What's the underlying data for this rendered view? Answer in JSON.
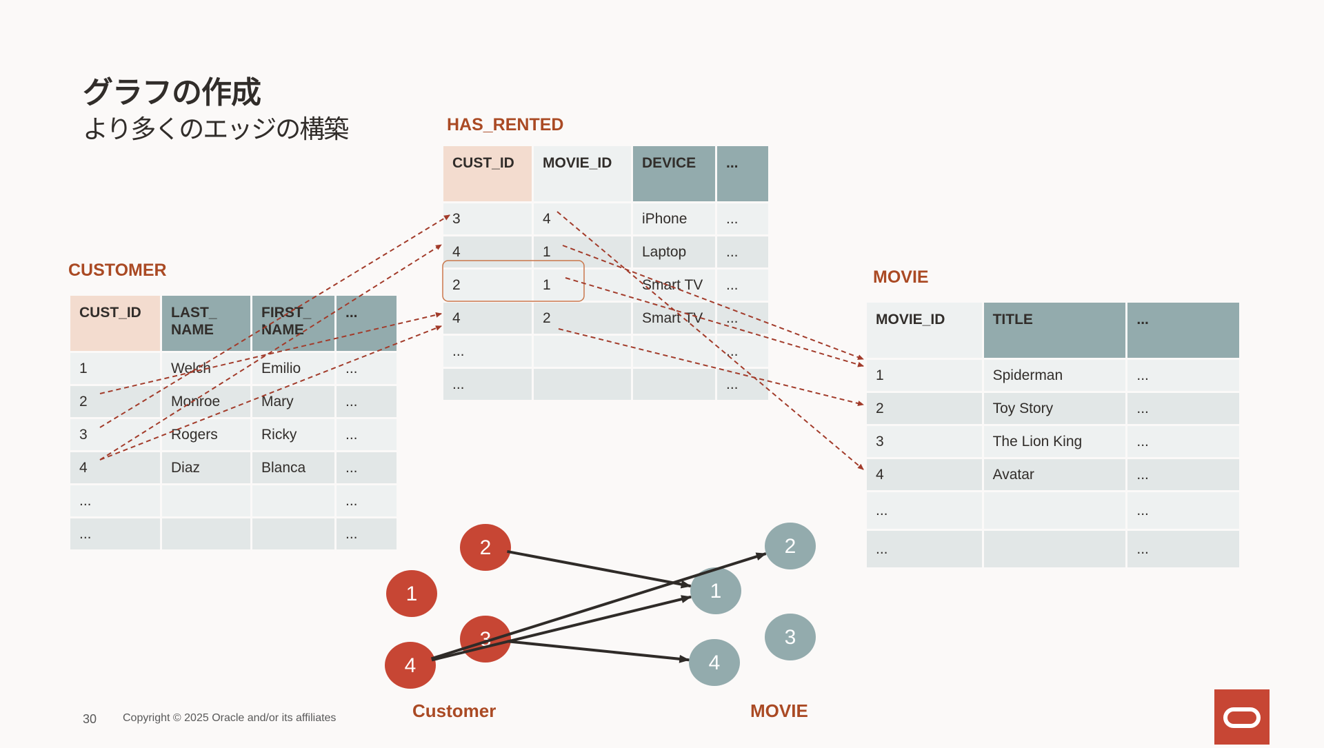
{
  "slide": {
    "title": "グラフの作成",
    "subtitle": "より多くのエッジの構築",
    "page_number": "30",
    "copyright": "Copyright © 2025 Oracle and/or its affiliates"
  },
  "tables": {
    "customer": {
      "label": "CUSTOMER",
      "headers": [
        "CUST_ID",
        "LAST_\nNAME",
        "FIRST_\nNAME",
        "..."
      ],
      "rows": [
        [
          "1",
          "Welch",
          "Emilio",
          "..."
        ],
        [
          "2",
          "Monroe",
          "Mary",
          "..."
        ],
        [
          "3",
          "Rogers",
          "Ricky",
          "..."
        ],
        [
          "4",
          "Diaz",
          "Blanca",
          "..."
        ],
        [
          "...",
          "",
          "",
          "..."
        ],
        [
          "...",
          "",
          "",
          "..."
        ]
      ]
    },
    "has_rented": {
      "label": "HAS_RENTED",
      "headers": [
        "CUST_ID",
        "MOVIE_ID",
        "DEVICE",
        "..."
      ],
      "rows": [
        [
          "3",
          "4",
          "iPhone",
          "..."
        ],
        [
          "4",
          "1",
          "Laptop",
          "..."
        ],
        [
          "2",
          "1",
          "Smart TV",
          "..."
        ],
        [
          "4",
          "2",
          "Smart TV",
          "..."
        ],
        [
          "...",
          "",
          "",
          "..."
        ],
        [
          "...",
          "",
          "",
          "..."
        ]
      ]
    },
    "movie": {
      "label": "MOVIE",
      "headers": [
        "MOVIE_ID",
        "TITLE",
        "..."
      ],
      "rows": [
        [
          "1",
          "Spiderman",
          "..."
        ],
        [
          "2",
          "Toy Story",
          "..."
        ],
        [
          "3",
          "The Lion King",
          "..."
        ],
        [
          "4",
          "Avatar",
          "..."
        ],
        [
          "...",
          "",
          "..."
        ],
        [
          "...",
          "",
          "..."
        ]
      ]
    }
  },
  "graph": {
    "customer_label": "Customer",
    "movie_label": "MOVIE",
    "customer_nodes": [
      "2",
      "1",
      "3",
      "4"
    ],
    "movie_nodes": [
      "2",
      "1",
      "3",
      "4"
    ],
    "edges": [
      [
        "2",
        "1"
      ],
      [
        "3",
        "4"
      ],
      [
        "4",
        "1"
      ],
      [
        "4",
        "2"
      ]
    ],
    "colors": {
      "customer": "#c74634",
      "movie": "#93abad",
      "edge": "#2f2b28",
      "link": "#a23b2a",
      "highlight": "#c9764a"
    }
  }
}
